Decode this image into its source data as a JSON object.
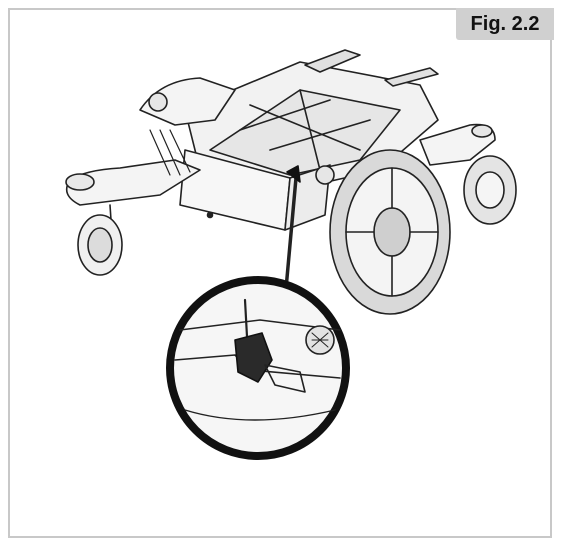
{
  "figure": {
    "label": "Fig. 2.2"
  },
  "illustration": {
    "subject": "power-wheelchair-base",
    "callout_icon": "magnified-release-lever"
  }
}
